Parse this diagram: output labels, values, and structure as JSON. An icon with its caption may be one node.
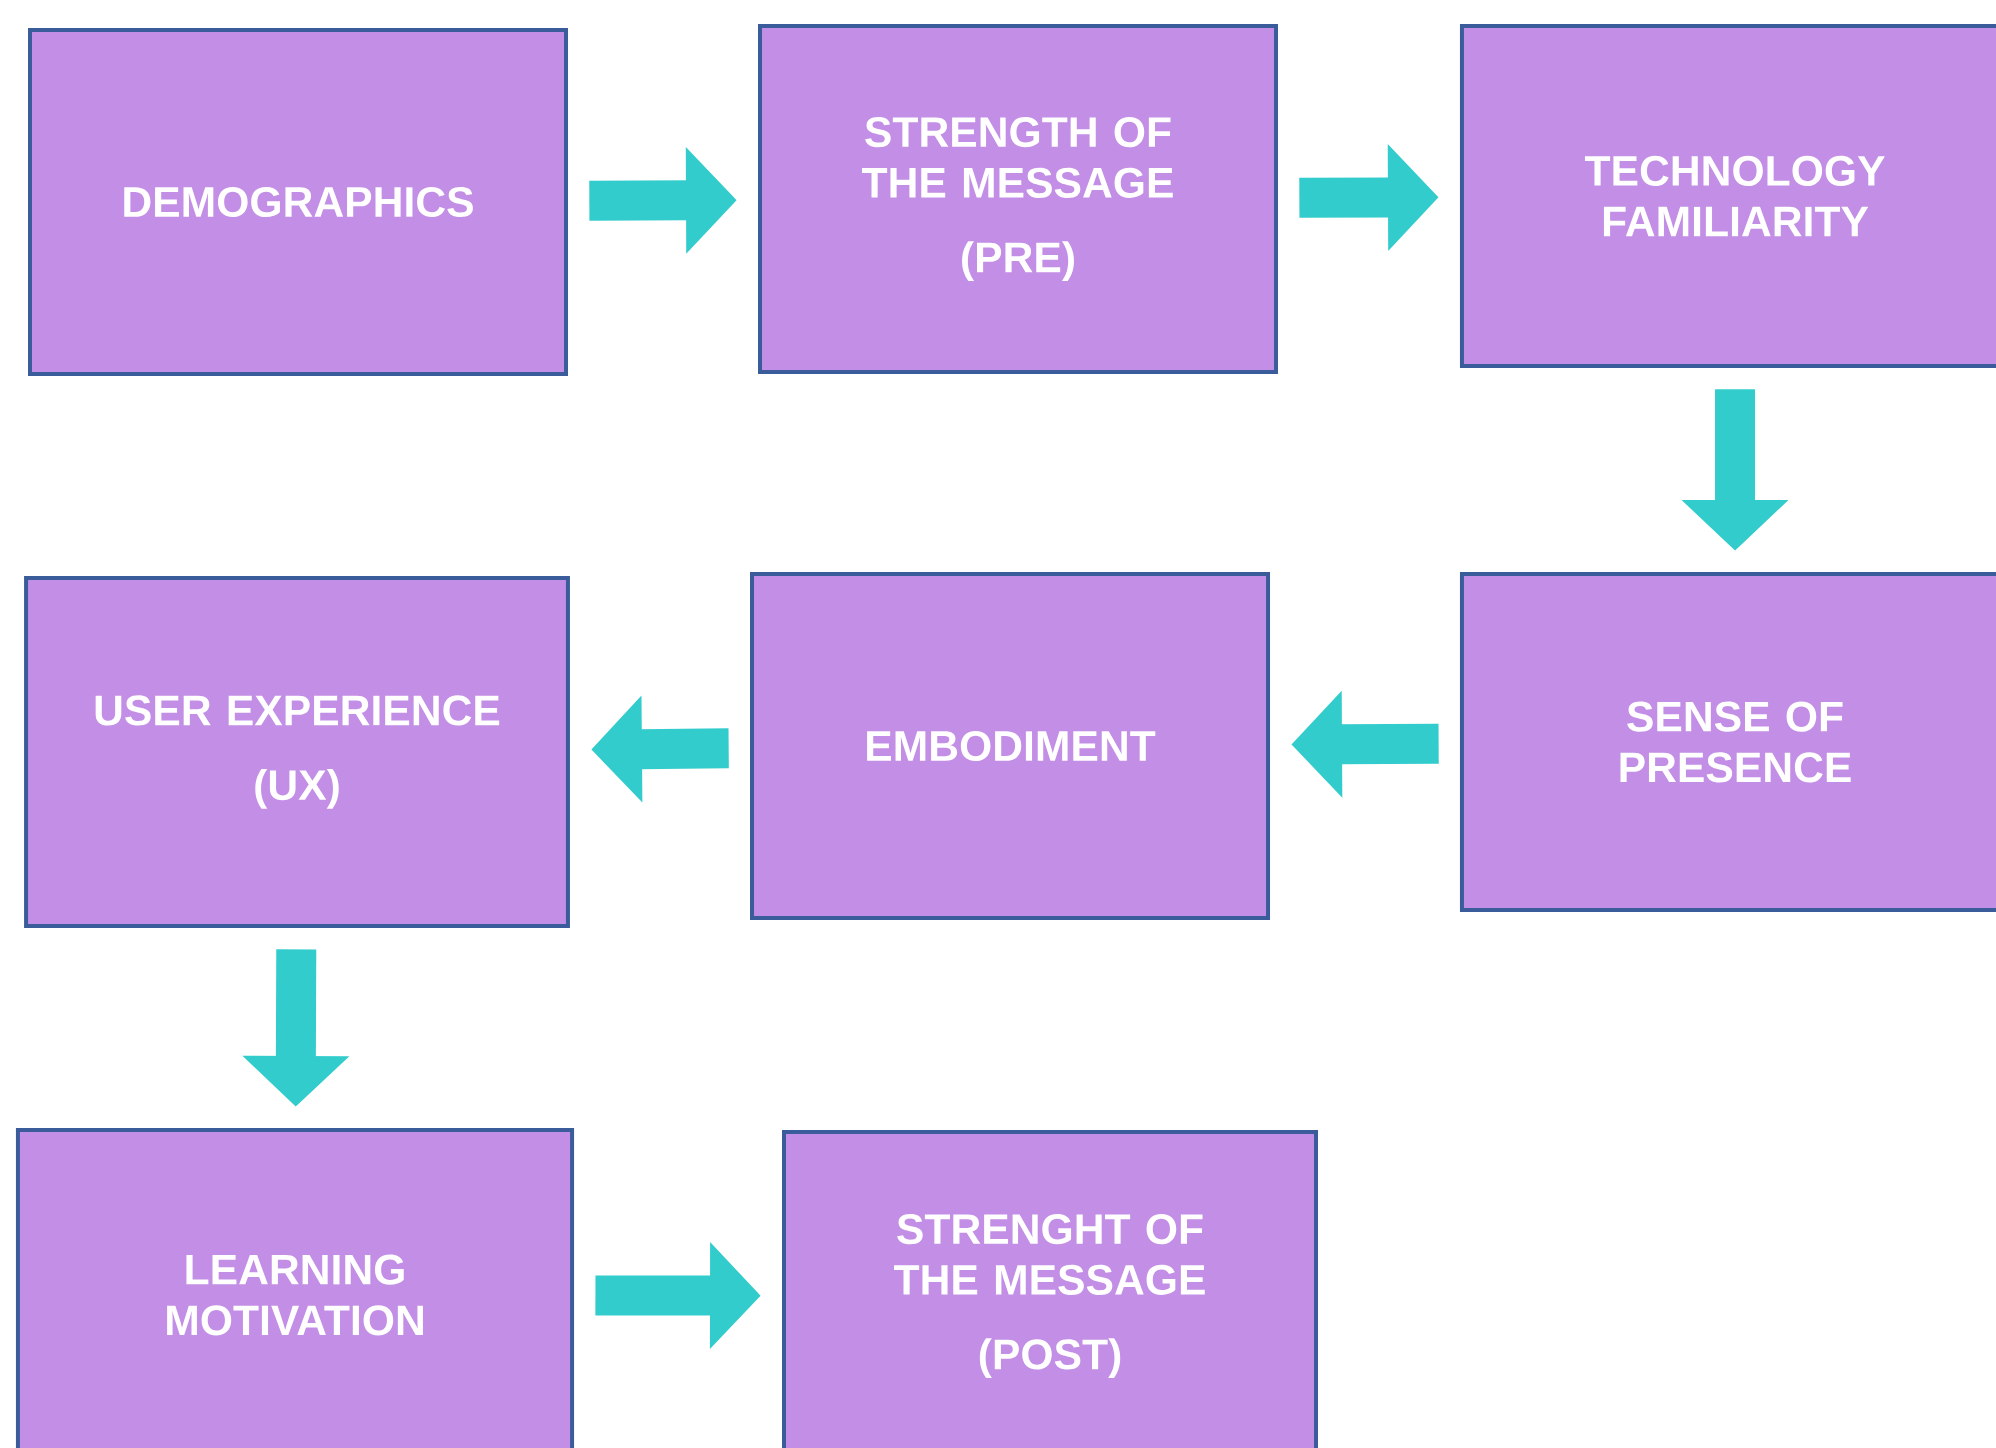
{
  "diagram": {
    "nodes": [
      {
        "text": [
          "DEMOGRAPHICS"
        ]
      },
      {
        "text": [
          "STRENGTH OF THE MESSAGE",
          "(PRE)"
        ]
      },
      {
        "text": [
          "TECHNOLOGY FAMILIARITY"
        ]
      },
      {
        "text": [
          "SENSE OF PRESENCE"
        ]
      },
      {
        "text": [
          "EMBODIMENT"
        ]
      },
      {
        "text": [
          "USER EXPERIENCE",
          "(UX)"
        ]
      },
      {
        "text": [
          "LEARNING MOTIVATION"
        ]
      },
      {
        "text": [
          "STRENGHT OF THE MESSAGE",
          "(POST)"
        ]
      }
    ],
    "edges": [
      {
        "from": 0,
        "to": 1,
        "arrow": "to"
      },
      {
        "from": 1,
        "to": 2,
        "arrow": "to"
      },
      {
        "from": 2,
        "to": 3,
        "arrow": "to"
      },
      {
        "from": 3,
        "to": 4,
        "arrow": "to"
      },
      {
        "from": 4,
        "to": 5,
        "arrow": "to"
      },
      {
        "from": 5,
        "to": 6,
        "arrow": "to"
      },
      {
        "from": 6,
        "to": 7,
        "arrow": "to"
      }
    ]
  }
}
